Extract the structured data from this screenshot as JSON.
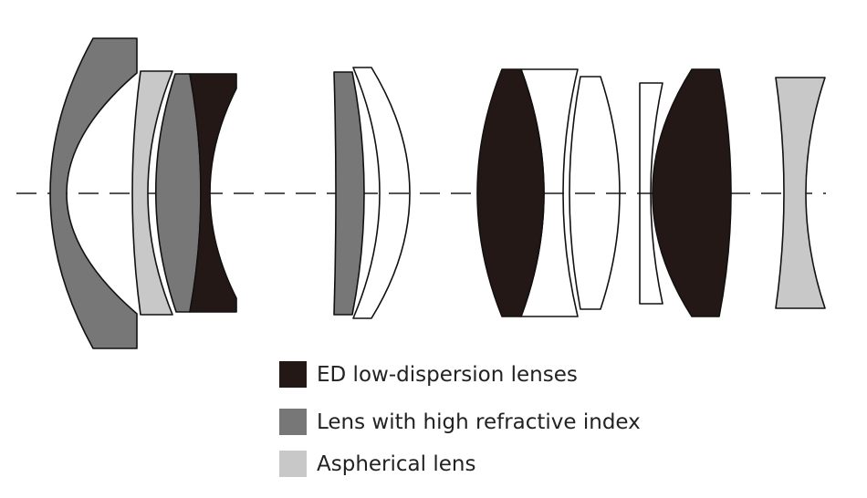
{
  "colors": {
    "ed": "#231815",
    "high_index": "#777777",
    "aspherical": "#c8c8c8",
    "normal": "#ffffff",
    "axis": "#555555"
  },
  "legend": [
    {
      "label": "ED low-dispersion lenses",
      "type": "ed"
    },
    {
      "label": "Lens with high refractive index",
      "type": "high_index"
    },
    {
      "label": "Aspherical lens",
      "type": "aspherical"
    }
  ]
}
